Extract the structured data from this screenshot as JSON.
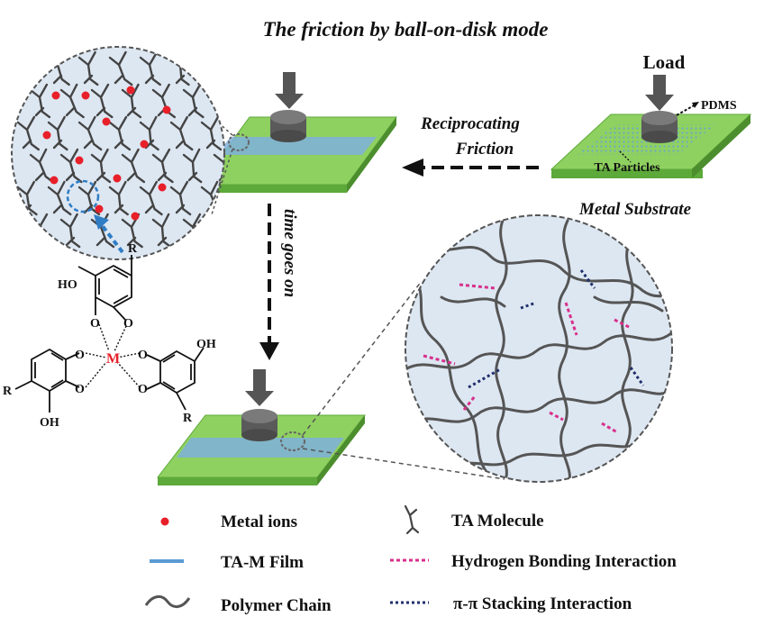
{
  "title": "The friction by ball-on-disk mode",
  "labels": {
    "load": "Load",
    "pdms": "PDMS",
    "ta_particles": "TA Particles",
    "metal_substrate": "Metal Substrate",
    "reciprocating": "Reciprocating",
    "friction": "Friction",
    "time_goes_on": "time goes on"
  },
  "molecule": {
    "center": "M",
    "substituent": "R",
    "hydroxyl": "OH",
    "hydroxyl_left": "HO",
    "oxygen": "O"
  },
  "legend": [
    {
      "key": "metal_ions",
      "label": "Metal ions"
    },
    {
      "key": "ta_m_film",
      "label": "TA-M Film"
    },
    {
      "key": "polymer_chain",
      "label": "Polymer Chain"
    },
    {
      "key": "ta_molecule",
      "label": "TA Molecule"
    },
    {
      "key": "hydrogen_bonding",
      "label": "Hydrogen Bonding Interaction"
    },
    {
      "key": "pi_stacking",
      "label": "π-π Stacking Interaction"
    }
  ],
  "colors": {
    "substrate_top": "#8fd160",
    "substrate_side": "#5da93a",
    "film": "#7fb0dc",
    "ball": "#5a5a5a",
    "arrow": "#555555",
    "metal_ion": "#e8202a",
    "hydrogen_bond": "#d8308c",
    "pi_stack": "#1f2f6b",
    "circle_fill": "#dde7f2",
    "blue_arrow": "#2f7dc4"
  }
}
